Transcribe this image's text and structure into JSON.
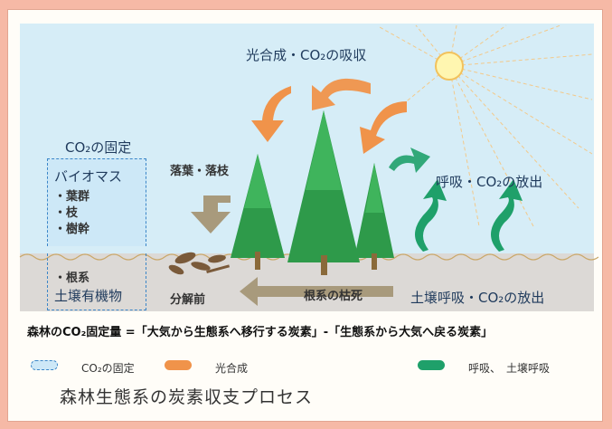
{
  "labels": {
    "photosynthesis_absorb": "光合成・CO₂の吸収",
    "co2_fixation": "CO₂の固定",
    "biomass": "バイオマス",
    "leaves": "・葉群",
    "branches": "・枝",
    "trunk": "・樹幹",
    "roots": "・根系",
    "soil_organic": "土壌有機物",
    "litter_fall": "落葉・落枝",
    "respiration_release": "呼吸・CO₂の放出",
    "decomposition": "分解前",
    "root_death": "根系の枯死",
    "soil_respiration": "土壌呼吸・CO₂の放出"
  },
  "equation": "森林のCO₂固定量 =「大気から生態系へ移行する炭素」-「生態系から大気へ戻る炭素」",
  "legend": {
    "fixation": "CO₂の固定",
    "photosynthesis": "光合成",
    "respiration": "呼吸、　土壌呼吸"
  },
  "caption": "森林生態系の炭素収支プロセス",
  "colors": {
    "sky": "#d6edf7",
    "soil": "#dcd9d6",
    "photosynthesis_arrow": "#f0934a",
    "respiration_arrow": "#1fa06a",
    "litter_arrow": "#a89a7c",
    "tree": "#2e9a4a",
    "sun": "#fff6b0"
  }
}
